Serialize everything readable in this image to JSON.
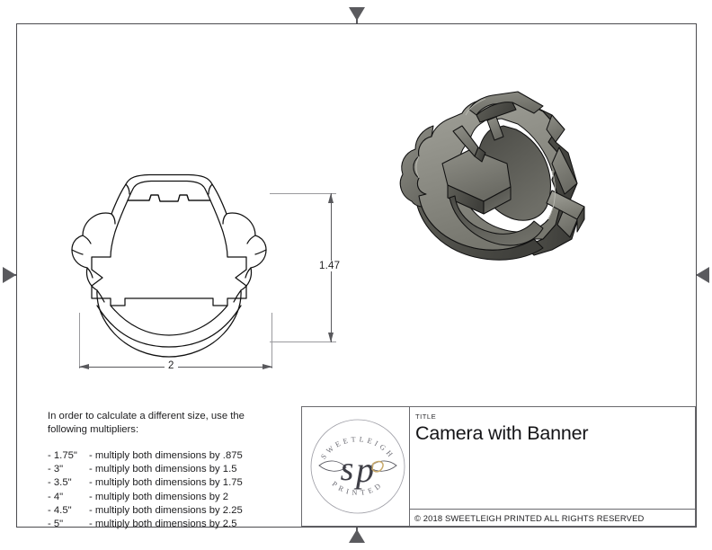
{
  "sheet": {
    "background_color": "#ffffff",
    "frame_color": "#4b4b4f",
    "center_marks": [
      "triangle-down-top",
      "triangle-up-bottom",
      "triangle-right-left",
      "triangle-left-right"
    ]
  },
  "dimensions": {
    "width_value": "2",
    "height_value": "1.47",
    "line_color": "#58585c"
  },
  "notes": {
    "header": "In order to calculate a different size, use the following multipliers:",
    "rows": [
      {
        "size": "- 1.75\"",
        "text": "- multiply both dimensions by .875"
      },
      {
        "size": "- 3\"",
        "text": "- multiply both dimensions by 1.5"
      },
      {
        "size": "- 3.5\"",
        "text": "- multiply both dimensions by 1.75"
      },
      {
        "size": "- 4\"",
        "text": "- multiply both dimensions by 2"
      },
      {
        "size": "- 4.5\"",
        "text": "- multiply both dimensions by 2.25"
      },
      {
        "size": "- 5\"",
        "text": "- multiply both dimensions by 2.5"
      }
    ]
  },
  "title_block": {
    "title_label": "TITLE",
    "title_value": "Camera with Banner",
    "copyright": "© 2018  SWEETLEIGH PRINTED  ALL RIGHTS RESERVED",
    "logo": {
      "name": "sweetleigh-printed-logo",
      "top_arc_text": "SWEETLEIGH",
      "bottom_arc_text": "PRINTED",
      "monogram": "sp",
      "ink_color": "#5a5a62",
      "accent_color": "#c8a96a"
    }
  },
  "model": {
    "name": "camera-with-banner-cookie-cutter",
    "render_fill": "#6d6d66",
    "render_shadow": "#3c3c38",
    "render_highlight": "#8e8e86",
    "outline_stroke": "#111111"
  }
}
